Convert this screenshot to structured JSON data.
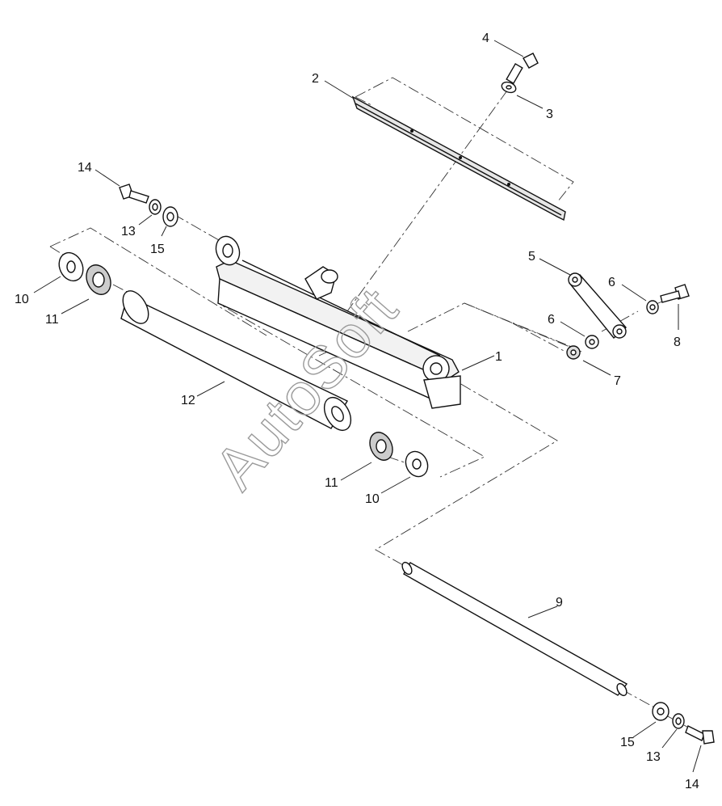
{
  "watermark": "AutoSoft",
  "callouts": [
    {
      "id": "c1",
      "text": "1"
    },
    {
      "id": "c2",
      "text": "2"
    },
    {
      "id": "c3",
      "text": "3"
    },
    {
      "id": "c4",
      "text": "4"
    },
    {
      "id": "c5",
      "text": "5"
    },
    {
      "id": "c6a",
      "text": "6"
    },
    {
      "id": "c6b",
      "text": "6"
    },
    {
      "id": "c7",
      "text": "7"
    },
    {
      "id": "c8",
      "text": "8"
    },
    {
      "id": "c9",
      "text": "9"
    },
    {
      "id": "c10a",
      "text": "10"
    },
    {
      "id": "c10b",
      "text": "10"
    },
    {
      "id": "c11a",
      "text": "11"
    },
    {
      "id": "c11b",
      "text": "11"
    },
    {
      "id": "c12",
      "text": "12"
    },
    {
      "id": "c13a",
      "text": "13"
    },
    {
      "id": "c13b",
      "text": "13"
    },
    {
      "id": "c14a",
      "text": "14"
    },
    {
      "id": "c14b",
      "text": "14"
    },
    {
      "id": "c15a",
      "text": "15"
    },
    {
      "id": "c15b",
      "text": "15"
    }
  ],
  "colors": {
    "line": "#111111",
    "fill": "#ffffff",
    "shade": "#d9d9d9",
    "watermark": "#9a9a9a"
  }
}
